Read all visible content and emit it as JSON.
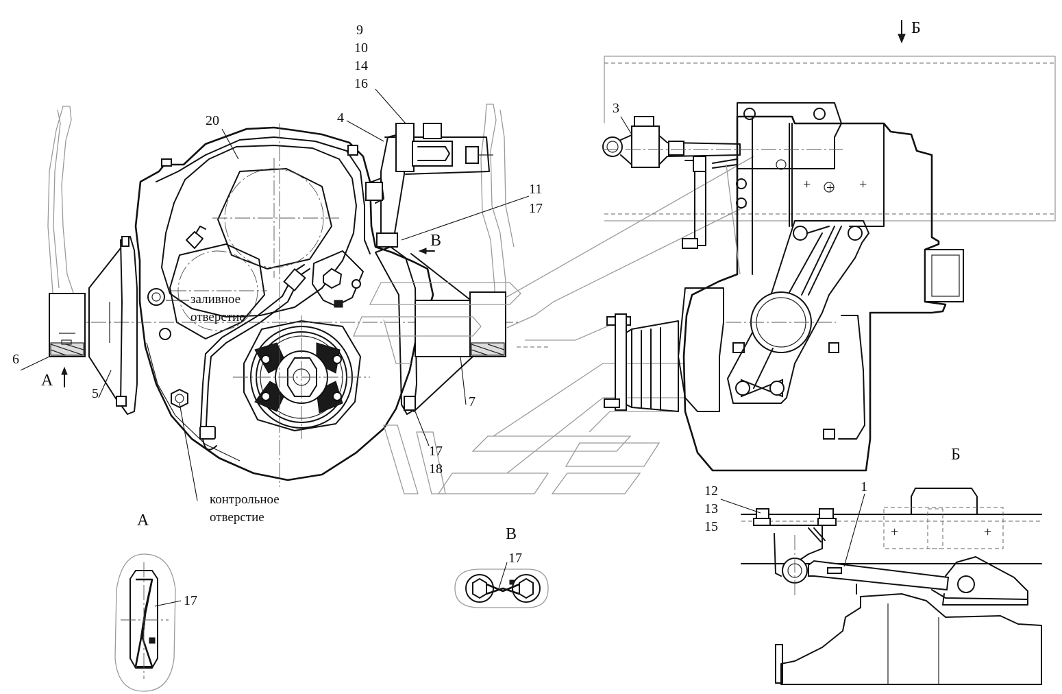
{
  "callouts": {
    "n1": "1",
    "n3": "3",
    "n4": "4",
    "n5": "5",
    "n6": "6",
    "n7": "7",
    "n9": "9",
    "n10": "10",
    "n14": "14",
    "n16": "16",
    "n11": "11",
    "n17a": "17",
    "n12": "12",
    "n13": "13",
    "n15": "15",
    "n17b": "17",
    "n18": "18",
    "n17c": "17",
    "n17d": "17",
    "n20": "20"
  },
  "text_labels": {
    "fill_hole_1": "заливное",
    "fill_hole_2": "отверстие",
    "control_hole_1": "контрольное",
    "control_hole_2": "отверстие"
  },
  "view_marks": {
    "A_arrow": "А",
    "B_arrow": "Б",
    "V_arrow": "В",
    "A_view": "А",
    "B_view": "Б",
    "V_view": "В"
  }
}
